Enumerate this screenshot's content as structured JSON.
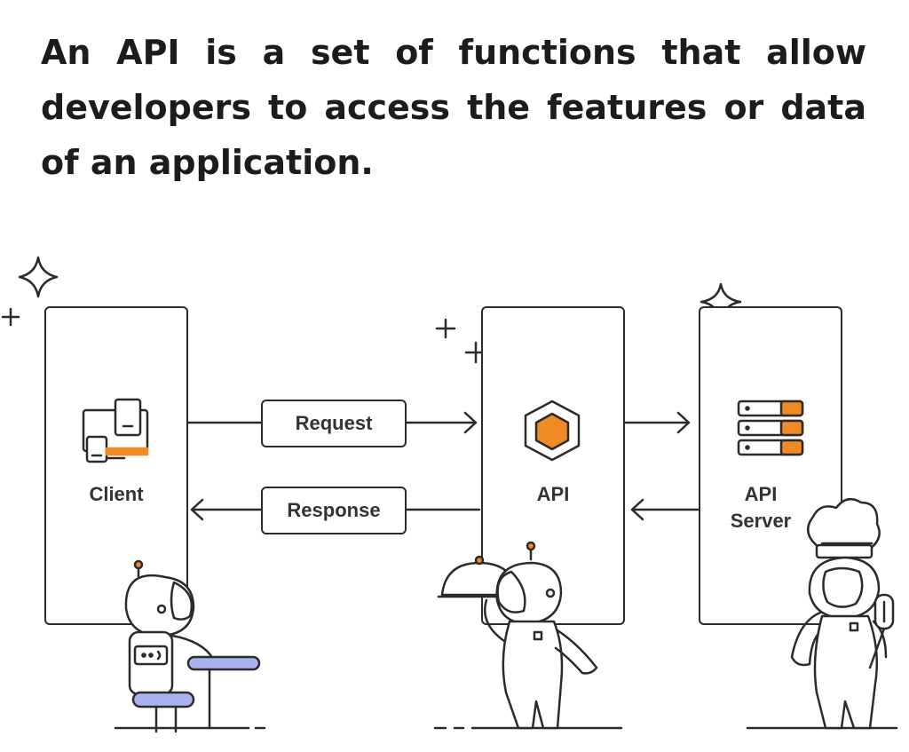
{
  "headline": "An API is a set of functions that allow developers to access the features or data of an application.",
  "diagram": {
    "client_label": "Client",
    "api_label": "API",
    "server_label_line1": "API",
    "server_label_line2": "Server",
    "request_label": "Request",
    "response_label": "Response"
  },
  "colors": {
    "accent_orange": "#f08a24",
    "accent_lavender": "#aab2ee",
    "stroke": "#2b2b2b"
  }
}
